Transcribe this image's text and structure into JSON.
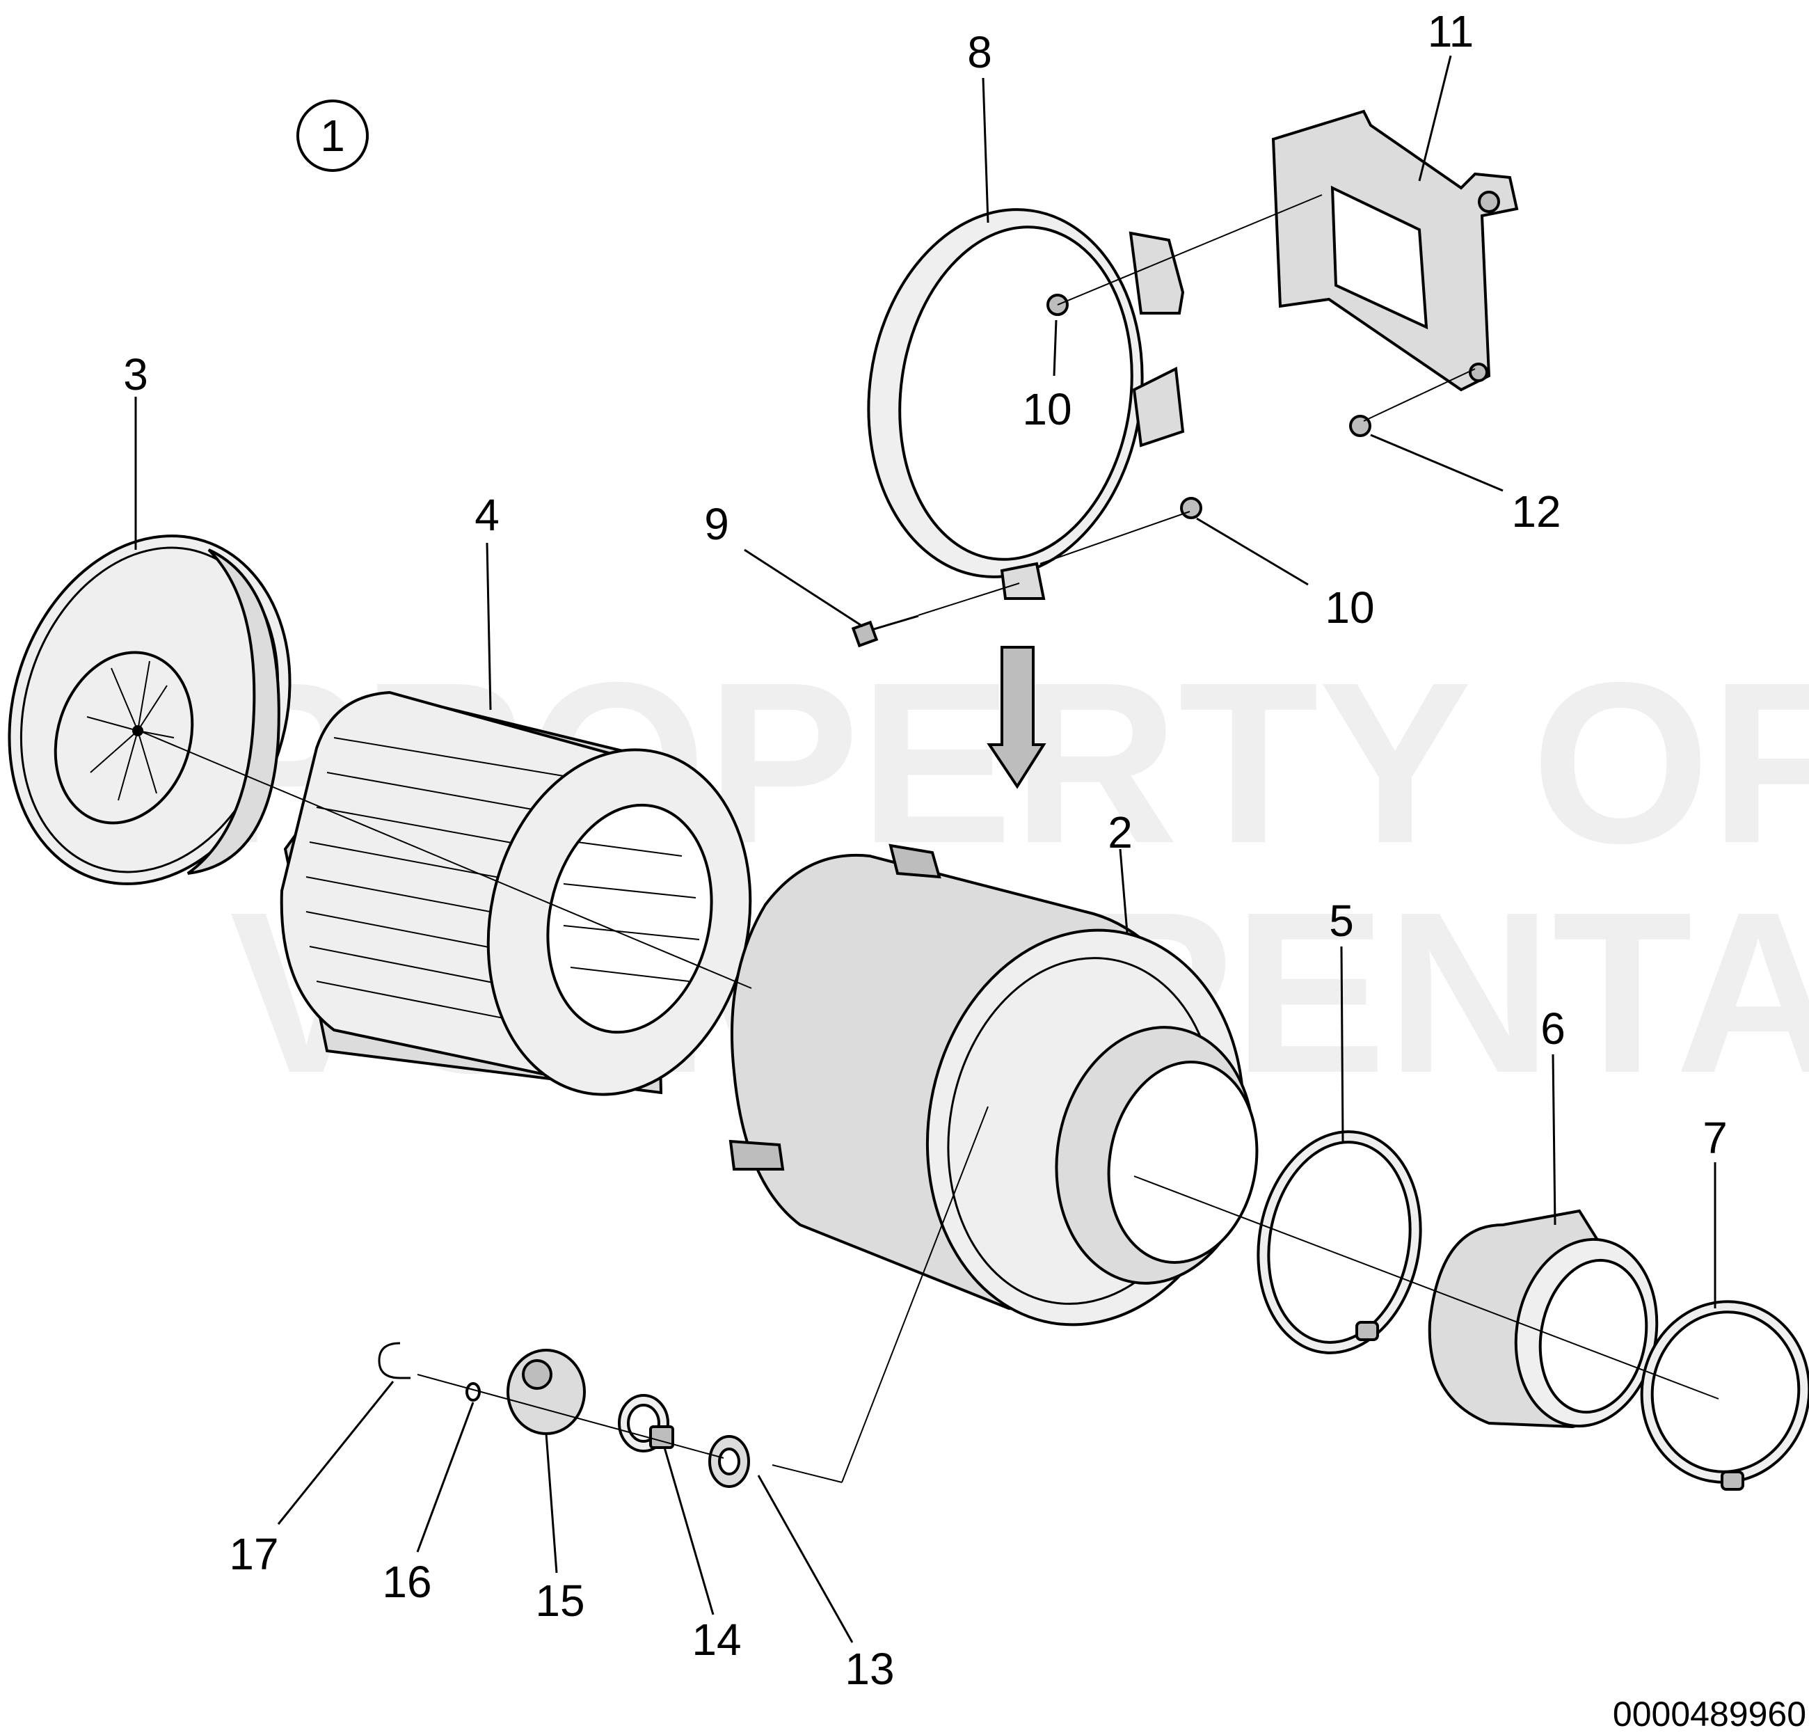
{
  "view_number": "1",
  "callouts": [
    "2",
    "3",
    "4",
    "5",
    "6",
    "7",
    "8",
    "9",
    "10",
    "10",
    "11",
    "12",
    "13",
    "14",
    "15",
    "16",
    "17"
  ],
  "watermark": {
    "line1": "PROPERTY OF",
    "line2": "VOLVO PENTA"
  },
  "reference_number": "0000489960"
}
